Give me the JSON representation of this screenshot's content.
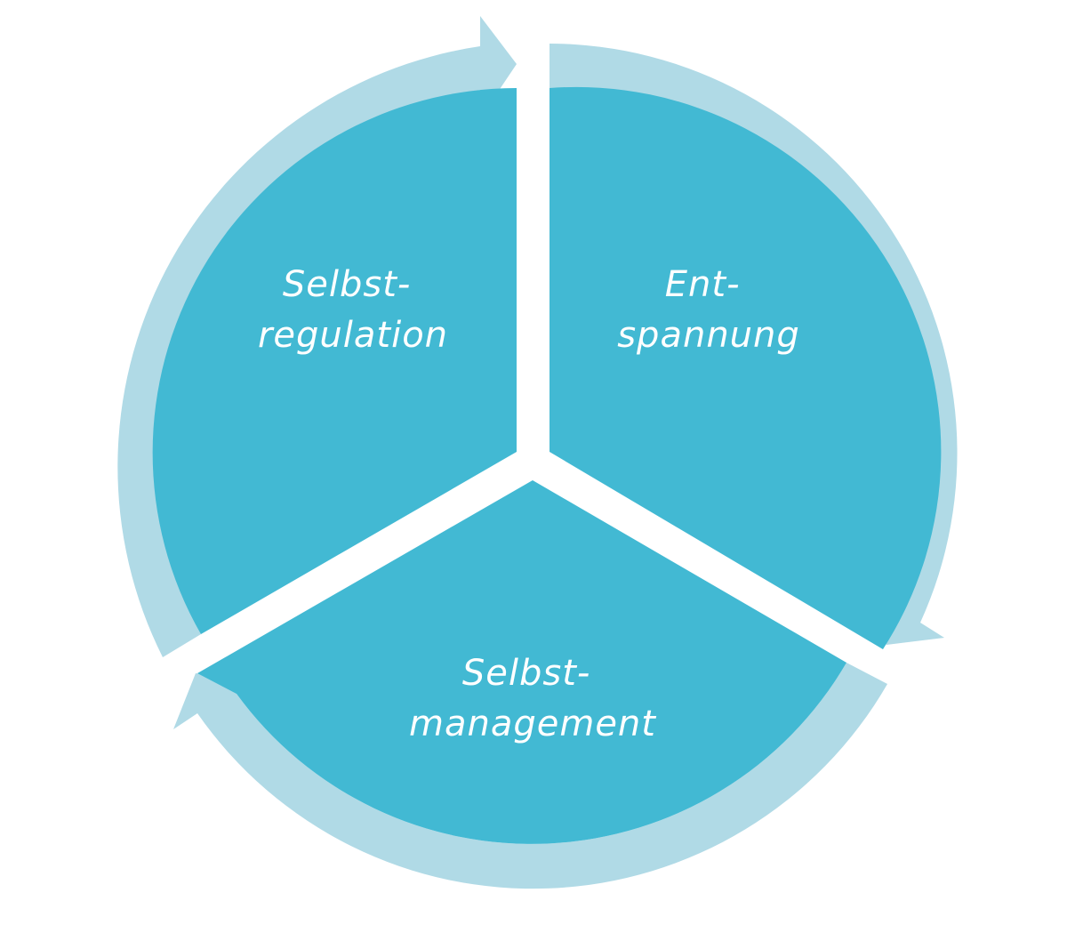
{
  "diagram": {
    "colors": {
      "ring": "#b0dae6",
      "segment": "#42b9d3",
      "background": "#ffffff"
    },
    "segments": [
      {
        "id": "selbstregulation",
        "line1": "Selbst-",
        "line2": "regulation"
      },
      {
        "id": "entspannung",
        "line1": "Ent-",
        "line2": "spannung"
      },
      {
        "id": "selbstmanagement",
        "line1": "Selbst-",
        "line2": "management"
      }
    ]
  }
}
